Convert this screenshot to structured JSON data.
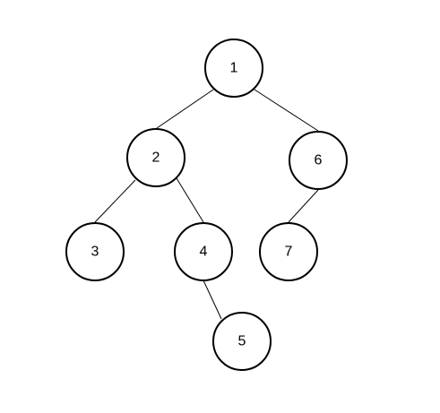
{
  "tree": {
    "nodes": [
      {
        "id": "1",
        "label": "1"
      },
      {
        "id": "2",
        "label": "2"
      },
      {
        "id": "6",
        "label": "6"
      },
      {
        "id": "3",
        "label": "3"
      },
      {
        "id": "4",
        "label": "4"
      },
      {
        "id": "7",
        "label": "7"
      },
      {
        "id": "5",
        "label": "5"
      }
    ],
    "edges": [
      {
        "from": "1",
        "to": "2"
      },
      {
        "from": "1",
        "to": "6"
      },
      {
        "from": "2",
        "to": "3"
      },
      {
        "from": "2",
        "to": "4"
      },
      {
        "from": "6",
        "to": "7"
      },
      {
        "from": "4",
        "to": "5"
      }
    ]
  }
}
